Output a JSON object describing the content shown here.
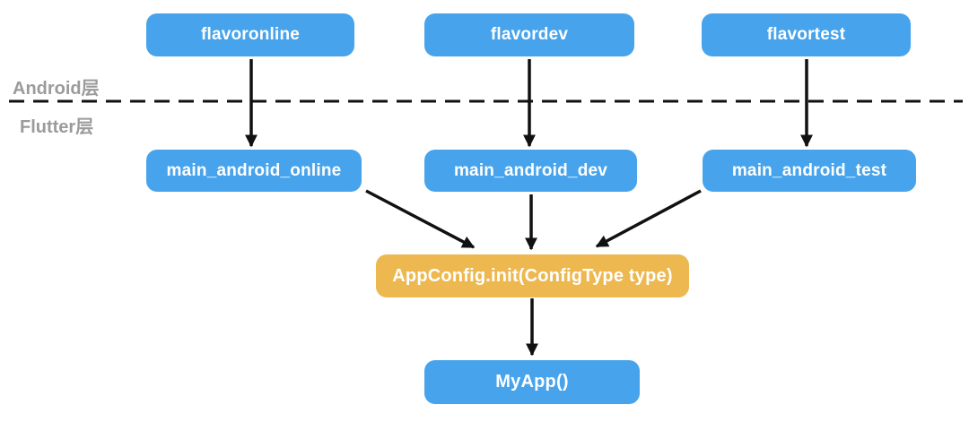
{
  "colors": {
    "node_blue": "#47A4EC",
    "node_orange": "#EDB84F",
    "layer_label": "#9B9B9B",
    "arrow": "#111111",
    "background": "#FFFFFF"
  },
  "layers": {
    "android": {
      "label": "Android层"
    },
    "flutter": {
      "label": "Flutter层"
    }
  },
  "nodes": {
    "flavoronline": {
      "label": "flavoronline",
      "layer": "Android",
      "color": "blue"
    },
    "flavordev": {
      "label": "flavordev",
      "layer": "Android",
      "color": "blue"
    },
    "flavortest": {
      "label": "flavortest",
      "layer": "Android",
      "color": "blue"
    },
    "main_android_online": {
      "label": "main_android_online",
      "layer": "Flutter",
      "color": "blue"
    },
    "main_android_dev": {
      "label": "main_android_dev",
      "layer": "Flutter",
      "color": "blue"
    },
    "main_android_test": {
      "label": "main_android_test",
      "layer": "Flutter",
      "color": "blue"
    },
    "appconfig_init": {
      "label": "AppConfig.init(ConfigType type)",
      "layer": "Flutter",
      "color": "orange"
    },
    "myapp": {
      "label": "MyApp()",
      "layer": "Flutter",
      "color": "blue"
    }
  },
  "edges": [
    {
      "from": "flavoronline",
      "to": "main_android_online"
    },
    {
      "from": "flavordev",
      "to": "main_android_dev"
    },
    {
      "from": "flavortest",
      "to": "main_android_test"
    },
    {
      "from": "main_android_online",
      "to": "appconfig_init"
    },
    {
      "from": "main_android_dev",
      "to": "appconfig_init"
    },
    {
      "from": "main_android_test",
      "to": "appconfig_init"
    },
    {
      "from": "appconfig_init",
      "to": "myapp"
    }
  ]
}
